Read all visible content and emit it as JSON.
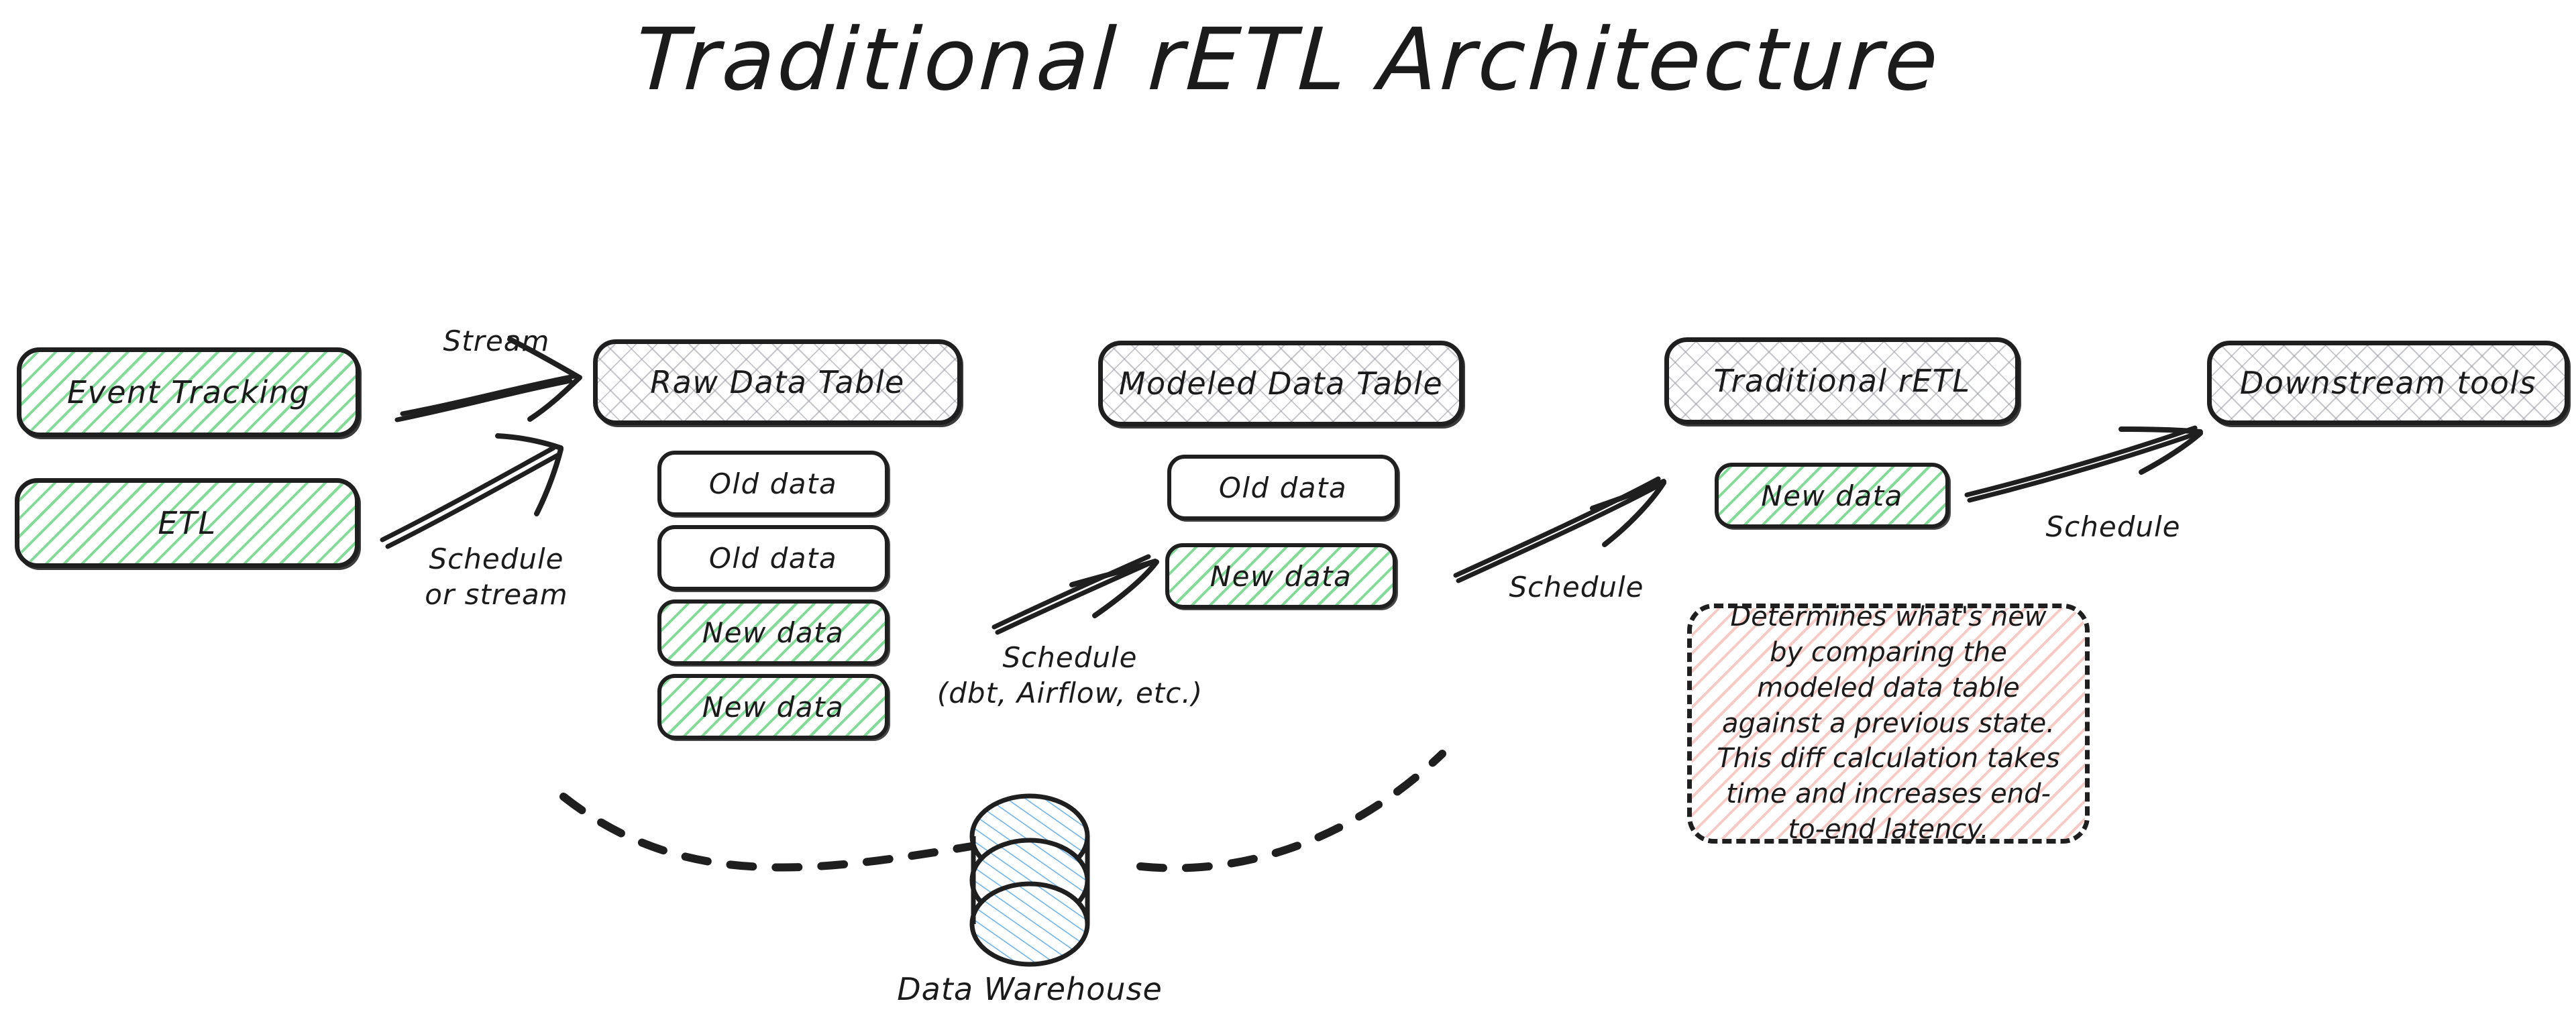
{
  "title": "Traditional rETL Architecture",
  "nodes": {
    "event_tracking": "Event Tracking",
    "etl": "ETL",
    "raw_data_table": "Raw Data Table",
    "modeled_data_table": "Modeled Data Table",
    "traditional_retl": "Traditional rETL",
    "downstream_tools": "Downstream tools",
    "data_warehouse": "Data Warehouse"
  },
  "raw_table_rows": [
    {
      "label": "Old data",
      "state": "old"
    },
    {
      "label": "Old data",
      "state": "old"
    },
    {
      "label": "New data",
      "state": "new"
    },
    {
      "label": "New data",
      "state": "new"
    }
  ],
  "modeled_table_rows": [
    {
      "label": "Old data",
      "state": "old"
    },
    {
      "label": "New data",
      "state": "new"
    }
  ],
  "retl_rows": [
    {
      "label": "New data",
      "state": "new"
    }
  ],
  "edge_labels": {
    "stream": "Stream",
    "schedule_or_stream": "Schedule\nor stream",
    "schedule_dbt": "Schedule\n(dbt, Airflow, etc.)",
    "schedule_modeled_to_retl": "Schedule",
    "schedule_retl_to_downstream": "Schedule"
  },
  "note": "Determines what's new by comparing the modeled data table against a previous state. This diff calculation takes time and increases end-to-end latency.",
  "colors": {
    "ink": "#1f1f1f",
    "green_hatch": "#6cd686",
    "grey_hatch": "#9698a2",
    "pink_hatch": "#f0968c",
    "blue_hatch": "#6eb4eb",
    "background": "#ffffff"
  }
}
